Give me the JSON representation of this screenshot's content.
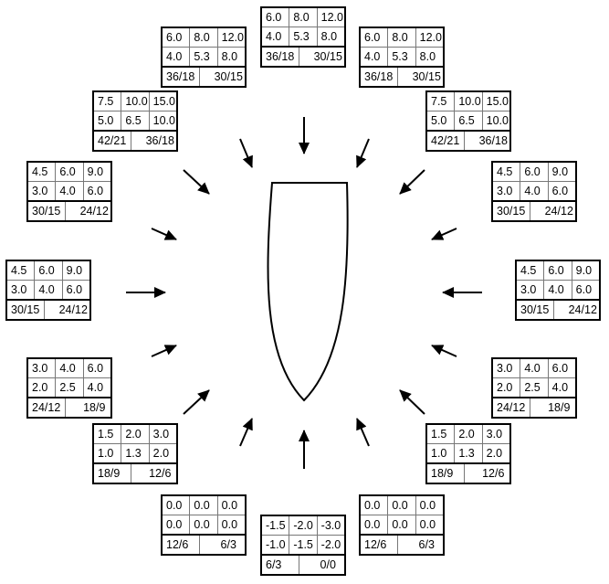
{
  "tables": [
    {
      "pos": "top",
      "rows": [
        [
          "6.0",
          "8.0",
          "12.0"
        ],
        [
          "4.0",
          "5.3",
          "8.0"
        ],
        [
          "36/18",
          "30/15"
        ]
      ]
    },
    {
      "pos": "upper-left-1",
      "rows": [
        [
          "6.0",
          "8.0",
          "12.0"
        ],
        [
          "4.0",
          "5.3",
          "8.0"
        ],
        [
          "36/18",
          "30/15"
        ]
      ]
    },
    {
      "pos": "upper-right-1",
      "rows": [
        [
          "6.0",
          "8.0",
          "12.0"
        ],
        [
          "4.0",
          "5.3",
          "8.0"
        ],
        [
          "36/18",
          "30/15"
        ]
      ]
    },
    {
      "pos": "upper-left-2",
      "rows": [
        [
          "7.5",
          "10.0",
          "15.0"
        ],
        [
          "5.0",
          "6.5",
          "10.0"
        ],
        [
          "42/21",
          "36/18"
        ]
      ]
    },
    {
      "pos": "upper-right-2",
      "rows": [
        [
          "7.5",
          "10.0",
          "15.0"
        ],
        [
          "5.0",
          "6.5",
          "10.0"
        ],
        [
          "42/21",
          "36/18"
        ]
      ]
    },
    {
      "pos": "upper-left-3",
      "rows": [
        [
          "4.5",
          "6.0",
          "9.0"
        ],
        [
          "3.0",
          "4.0",
          "6.0"
        ],
        [
          "30/15",
          "24/12"
        ]
      ]
    },
    {
      "pos": "upper-right-3",
      "rows": [
        [
          "4.5",
          "6.0",
          "9.0"
        ],
        [
          "3.0",
          "4.0",
          "6.0"
        ],
        [
          "30/15",
          "24/12"
        ]
      ]
    },
    {
      "pos": "left",
      "rows": [
        [
          "4.5",
          "6.0",
          "9.0"
        ],
        [
          "3.0",
          "4.0",
          "6.0"
        ],
        [
          "30/15",
          "24/12"
        ]
      ]
    },
    {
      "pos": "right",
      "rows": [
        [
          "4.5",
          "6.0",
          "9.0"
        ],
        [
          "3.0",
          "4.0",
          "6.0"
        ],
        [
          "30/15",
          "24/12"
        ]
      ]
    },
    {
      "pos": "lower-left-3",
      "rows": [
        [
          "3.0",
          "4.0",
          "6.0"
        ],
        [
          "2.0",
          "2.5",
          "4.0"
        ],
        [
          "24/12",
          "18/9"
        ]
      ]
    },
    {
      "pos": "lower-right-3",
      "rows": [
        [
          "3.0",
          "4.0",
          "6.0"
        ],
        [
          "2.0",
          "2.5",
          "4.0"
        ],
        [
          "24/12",
          "18/9"
        ]
      ]
    },
    {
      "pos": "lower-left-2",
      "rows": [
        [
          "1.5",
          "2.0",
          "3.0"
        ],
        [
          "1.0",
          "1.3",
          "2.0"
        ],
        [
          "18/9",
          "12/6"
        ]
      ]
    },
    {
      "pos": "lower-right-2",
      "rows": [
        [
          "1.5",
          "2.0",
          "3.0"
        ],
        [
          "1.0",
          "1.3",
          "2.0"
        ],
        [
          "18/9",
          "12/6"
        ]
      ]
    },
    {
      "pos": "lower-left-1",
      "rows": [
        [
          "0.0",
          "0.0",
          "0.0"
        ],
        [
          "0.0",
          "0.0",
          "0.0"
        ],
        [
          "12/6",
          "6/3"
        ]
      ]
    },
    {
      "pos": "lower-right-1",
      "rows": [
        [
          "0.0",
          "0.0",
          "0.0"
        ],
        [
          "0.0",
          "0.0",
          "0.0"
        ],
        [
          "12/6",
          "6/3"
        ]
      ]
    },
    {
      "pos": "bottom",
      "rows": [
        [
          "-1.5",
          "-2.0",
          "-3.0"
        ],
        [
          "-1.0",
          "-1.5",
          "-2.0"
        ],
        [
          "6/3",
          "0/0"
        ]
      ]
    }
  ]
}
